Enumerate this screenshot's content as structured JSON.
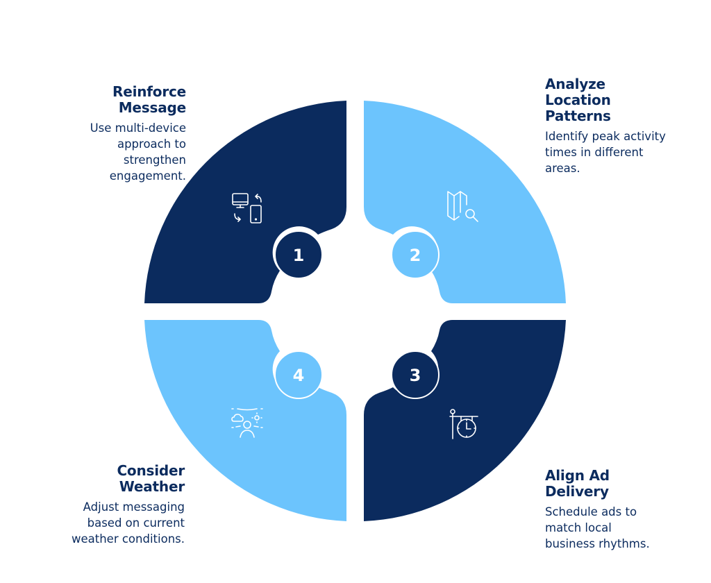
{
  "colors": {
    "dark": "#0B2B5E",
    "light": "#6CC4FD",
    "text": "#0B2B5E",
    "white": "#FFFFFF"
  },
  "steps": [
    {
      "number": "1",
      "title_lines": [
        "Reinforce",
        "Message"
      ],
      "desc_lines": [
        "Use multi-device",
        "approach to",
        "strengthen",
        "engagement."
      ],
      "icon": "devices-sync-icon",
      "color": "dark"
    },
    {
      "number": "2",
      "title_lines": [
        "Analyze",
        "Location",
        "Patterns"
      ],
      "desc_lines": [
        "Identify peak activity",
        "times in different",
        "areas."
      ],
      "icon": "map-search-icon",
      "color": "light"
    },
    {
      "number": "3",
      "title_lines": [
        "Align Ad",
        "Delivery"
      ],
      "desc_lines": [
        "Schedule ads to",
        "match local",
        "business rhythms."
      ],
      "icon": "hanging-clock-icon",
      "color": "dark"
    },
    {
      "number": "4",
      "title_lines": [
        "Consider",
        "Weather"
      ],
      "desc_lines": [
        "Adjust messaging",
        "based on current",
        "weather conditions."
      ],
      "icon": "person-weather-icon",
      "color": "light"
    }
  ]
}
